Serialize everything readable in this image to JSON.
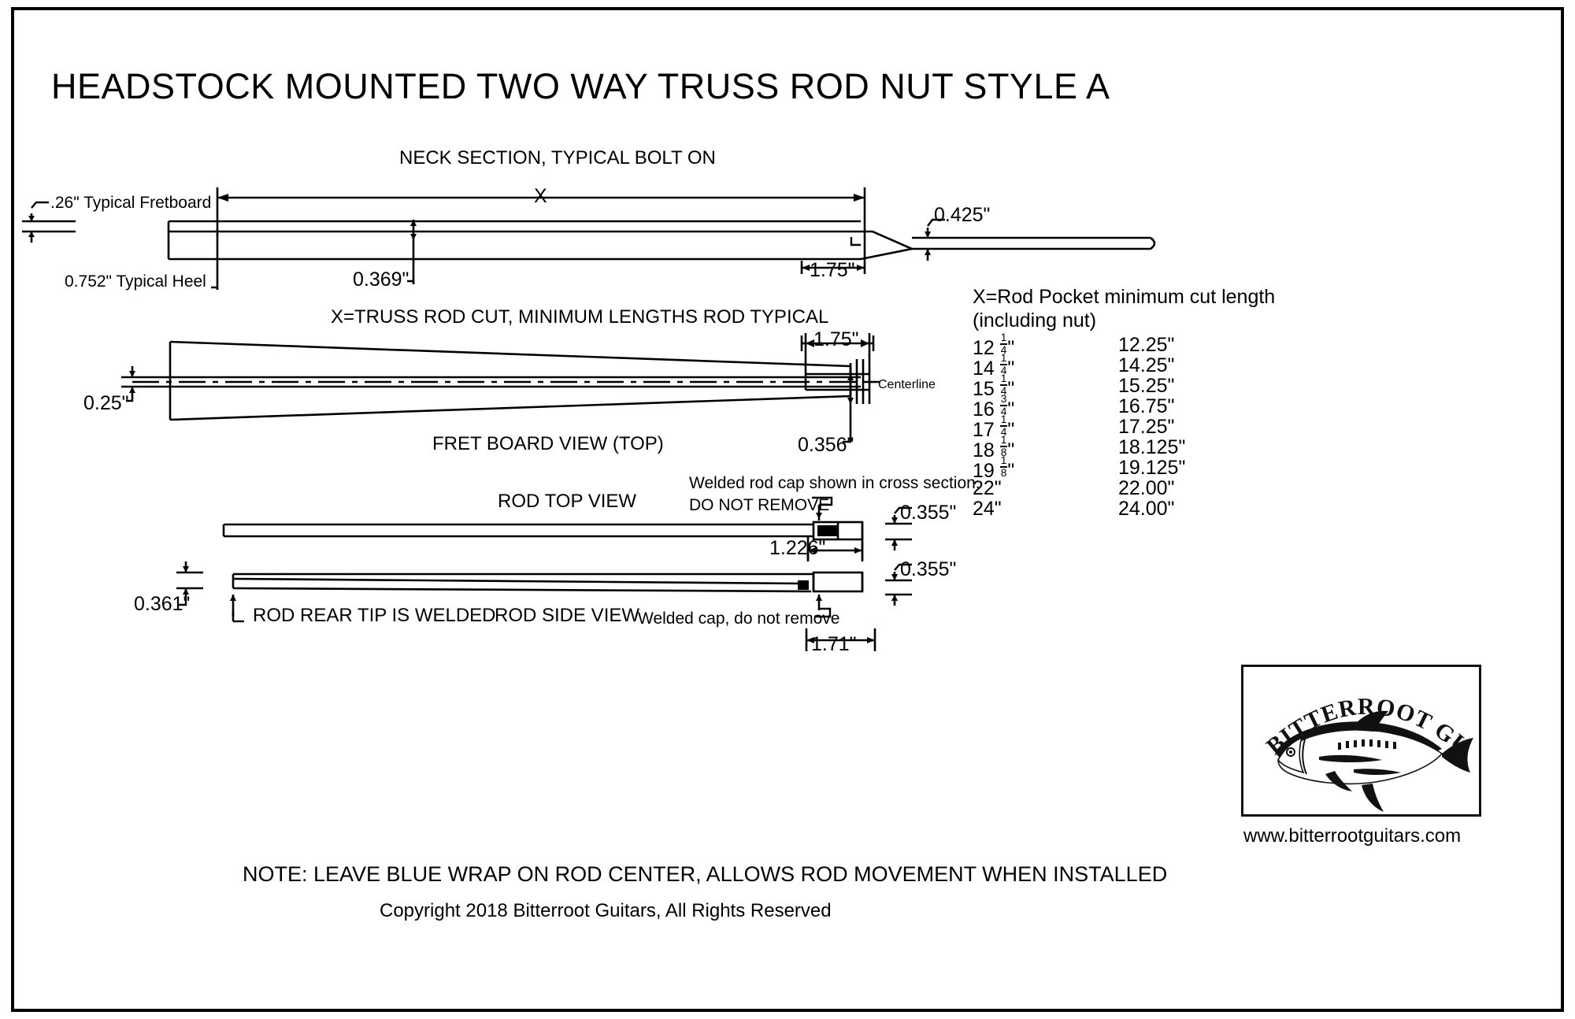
{
  "title": "HEADSTOCK MOUNTED TWO WAY TRUSS ROD NUT STYLE A",
  "views": {
    "neck_section_title": "NECK SECTION, TYPICAL BOLT ON",
    "truss_rod_cut_title": "X=TRUSS ROD CUT, MINIMUM LENGTHS ROD TYPICAL",
    "fret_board_view": "FRET BOARD VIEW (TOP)",
    "rod_top_view": "ROD TOP VIEW",
    "rod_side_view": "ROD SIDE VIEW"
  },
  "neck_section": {
    "fretboard_thickness": ".26\" Typical Fretboard",
    "heel": "0.752\" Typical Heel",
    "x_label": "X",
    "rod_depth": "0.369\"",
    "headstock_thickness": "0.425\"",
    "nut_offset": "1.75\""
  },
  "fretboard_view": {
    "rod_width": "0.25\"",
    "nut_length": "1.75\"",
    "slot_width": "0.356\"",
    "centerline": "Centerline"
  },
  "rod_views": {
    "welded_cap_note_line1": "Welded rod cap shown in cross section.",
    "welded_cap_note_line2": "DO NOT REMOVE",
    "top_height": "0.355\"",
    "cap_length": "1.226\"",
    "side_height": "0.355\"",
    "rod_thickness": "0.361\"",
    "rear_tip_note": "ROD REAR TIP IS WELDED",
    "welded_cap_note": "Welded cap, do not remove",
    "side_cap_length": "1.71\""
  },
  "table": {
    "header_line1": "X=Rod Pocket minimum cut length",
    "header_line2": "(including nut)",
    "rows": [
      {
        "whole": "12",
        "num": "1",
        "den": "4",
        "suffix": "\"",
        "decimal": "12.25\""
      },
      {
        "whole": "14",
        "num": "1",
        "den": "4",
        "suffix": "\"",
        "decimal": "14.25\""
      },
      {
        "whole": "15",
        "num": "1",
        "den": "4",
        "suffix": "\"",
        "decimal": "15.25\""
      },
      {
        "whole": "16",
        "num": "3",
        "den": "4",
        "suffix": "\"",
        "decimal": "16.75\""
      },
      {
        "whole": "17",
        "num": "1",
        "den": "4",
        "suffix": "\"",
        "decimal": "17.25\""
      },
      {
        "whole": "18",
        "num": "1",
        "den": "8",
        "suffix": "\"",
        "decimal": "18.125\""
      },
      {
        "whole": "19",
        "num": "1",
        "den": "8",
        "suffix": "\"",
        "decimal": "19.125\""
      },
      {
        "whole": "22\"",
        "num": "",
        "den": "",
        "suffix": "",
        "decimal": "22.00\""
      },
      {
        "whole": "24\"",
        "num": "",
        "den": "",
        "suffix": "",
        "decimal": "24.00\""
      }
    ]
  },
  "logo": {
    "brand_text": "BITTERROOT GUITARS",
    "website": "www.bitterrootguitars.com"
  },
  "footer": {
    "note": "NOTE: LEAVE BLUE WRAP ON ROD CENTER, ALLOWS ROD MOVEMENT WHEN INSTALLED",
    "copyright": "Copyright 2018 Bitterroot Guitars, All Rights Reserved"
  },
  "colors": {
    "line": "#000000",
    "background": "#ffffff"
  }
}
